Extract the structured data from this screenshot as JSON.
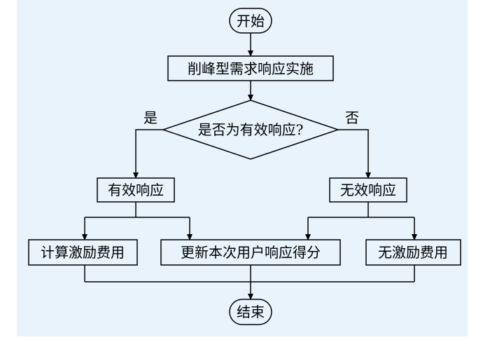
{
  "colors": {
    "background_panel": "#e8f3fb",
    "node_fill": "#e8f3fb",
    "stroke": "#000000"
  },
  "nodes": {
    "start": "开始",
    "implement": "削峰型需求响应实施",
    "decision": "是否为有效响应?",
    "valid": "有效响应",
    "invalid": "无效响应",
    "calc_incentive": "计算激励费用",
    "update_score": "更新本次用户响应得分",
    "no_incentive": "无激励费用",
    "end": "结束"
  },
  "edges": {
    "yes_label": "是",
    "no_label": "否"
  }
}
